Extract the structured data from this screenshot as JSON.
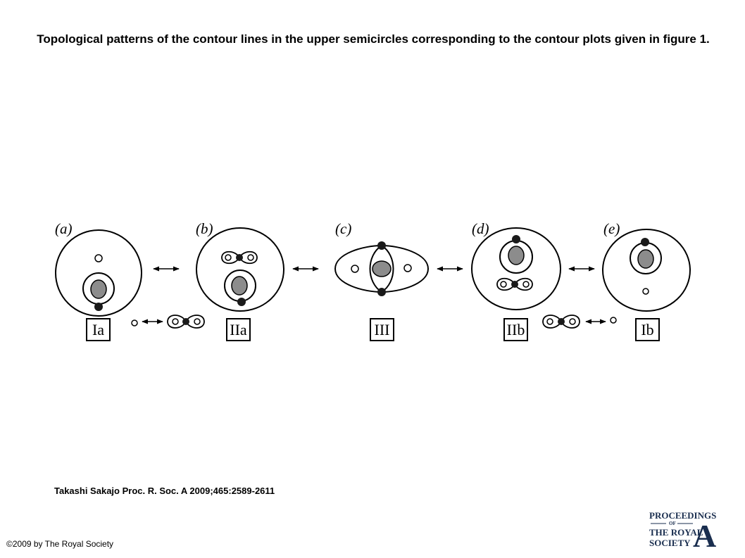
{
  "title": "Topological patterns of the contour lines in the upper semicircles corresponding to the contour plots given in figure 1.",
  "panels": [
    {
      "label": "(a)",
      "pattern": "Ia"
    },
    {
      "label": "(b)",
      "pattern": "IIa"
    },
    {
      "label": "(c)",
      "pattern": "III"
    },
    {
      "label": "(d)",
      "pattern": "IIb"
    },
    {
      "label": "(e)",
      "pattern": "Ib"
    }
  ],
  "citation": "Takashi Sakajo Proc. R. Soc. A 2009;465:2589-2611",
  "copyright": "©2009 by The Royal Society",
  "logo": {
    "line1": "PROCEEDINGS",
    "line2": "OF",
    "line3": "THE ROYAL",
    "line4": "SOCIETY",
    "letter": "A"
  },
  "colors": {
    "vortex_fill": "#8c8c8c",
    "saddle_fill": "#1a1a1a",
    "logo_color": "#1a2e4f"
  }
}
